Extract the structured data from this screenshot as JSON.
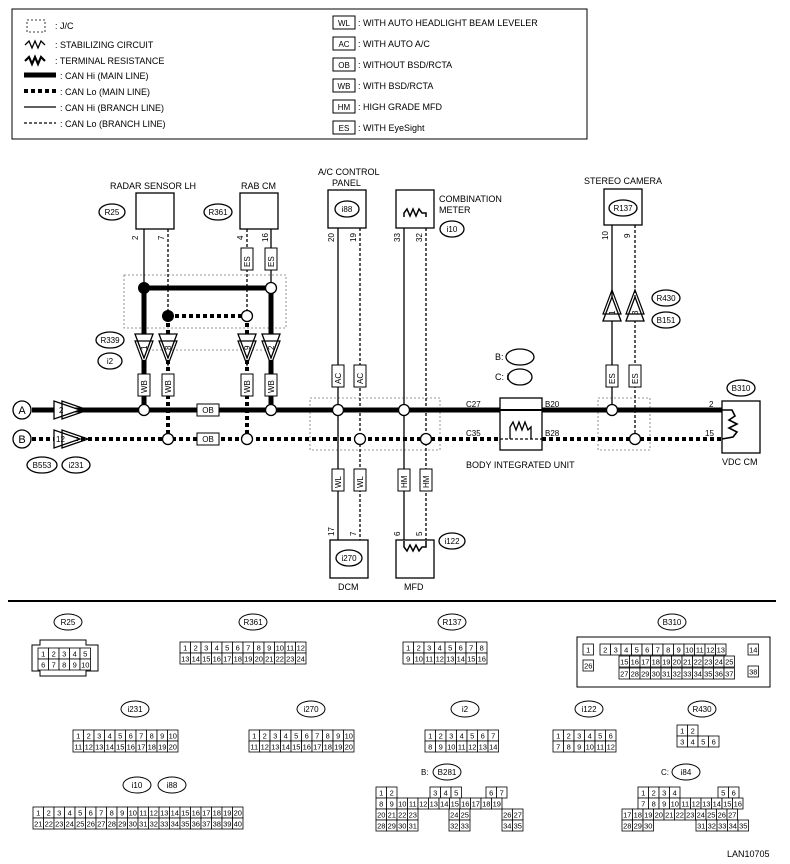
{
  "legend": {
    "left": [
      {
        "sym": "jc",
        "text": ": J/C"
      },
      {
        "sym": "stab",
        "text": ": STABILIZING CIRCUIT"
      },
      {
        "sym": "term",
        "text": ": TERMINAL RESISTANCE"
      },
      {
        "sym": "hi-main",
        "text": ": CAN Hi (MAIN LINE)"
      },
      {
        "sym": "lo-main",
        "text": ": CAN Lo (MAIN LINE)"
      },
      {
        "sym": "hi-branch",
        "text": ": CAN Hi (BRANCH LINE)"
      },
      {
        "sym": "lo-branch",
        "text": ": CAN Lo (BRANCH LINE)"
      }
    ],
    "right": [
      {
        "code": "WL",
        "text": ": WITH AUTO HEADLIGHT BEAM LEVELER"
      },
      {
        "code": "AC",
        "text": ": WITH AUTO A/C"
      },
      {
        "code": "OB",
        "text": ": WITHOUT BSD/RCTA"
      },
      {
        "code": "WB",
        "text": ": WITH BSD/RCTA"
      },
      {
        "code": "HM",
        "text": ": HIGH GRADE MFD"
      },
      {
        "code": "ES",
        "text": ": WITH EyeSight"
      }
    ]
  },
  "components": {
    "radar": {
      "name": "RADAR SENSOR LH",
      "conn": "R25",
      "pin_hi": "2",
      "pin_lo": "7"
    },
    "rab": {
      "name": "RAB CM",
      "conn": "R361",
      "pin_lo": "4",
      "pin_hi": "16"
    },
    "ac": {
      "name1": "A/C CONTROL",
      "name2": "PANEL",
      "conn": "i88",
      "pin_hi": "20",
      "pin_lo": "19"
    },
    "meter": {
      "name1": "COMBINATION",
      "name2": "METER",
      "conn": "i10",
      "pin_hi": "33",
      "pin_lo": "32"
    },
    "stereo": {
      "name": "STEREO CAMERA",
      "conn": "R137",
      "pin_hi": "10",
      "pin_lo": "9"
    },
    "dcm": {
      "name": "DCM",
      "conn": "i270",
      "pin_hi": "17",
      "pin_lo": "7"
    },
    "mfd": {
      "name": "MFD",
      "conn": "i122",
      "pin_hi": "6",
      "pin_lo": "5"
    },
    "vdc": {
      "name": "VDC CM",
      "conn": "B310",
      "pin_hi": "2",
      "pin_lo": "15"
    },
    "biu": {
      "name": "BODY INTEGRATED UNIT",
      "conn_b": "B: B281",
      "conn_c": "C: i84",
      "t_c27": "C27",
      "t_b20": "B20",
      "t_c35": "C35",
      "t_b28": "B28"
    }
  },
  "joints": {
    "left": {
      "conn1": "R339",
      "conn2": "i2",
      "pins": [
        "1",
        "8",
        "9",
        "2"
      ]
    },
    "right": {
      "conn1": "R430",
      "conn2": "B151",
      "pins": [
        "1",
        "3"
      ]
    },
    "main": {
      "conn1": "B553",
      "conn2": "i231",
      "pin_a": "2",
      "pin_b": "12"
    }
  },
  "lines": {
    "a": "A",
    "b": "B"
  },
  "tags": {
    "wb": "WB",
    "es": "ES",
    "ob": "OB",
    "ac": "AC",
    "wl": "WL",
    "hm": "HM"
  },
  "connector_diagrams": [
    {
      "id": "R25",
      "rows": [
        [
          "1",
          "2",
          "3",
          "4",
          "5"
        ],
        [
          "6",
          "7",
          "8",
          "9",
          "10"
        ]
      ]
    },
    {
      "id": "R361",
      "rows": [
        [
          "1",
          "2",
          "3",
          "4",
          "5",
          "6",
          "7",
          "8",
          "9",
          "10",
          "11",
          "12"
        ],
        [
          "13",
          "14",
          "15",
          "16",
          "17",
          "18",
          "19",
          "20",
          "21",
          "22",
          "23",
          "24"
        ]
      ]
    },
    {
      "id": "R137",
      "rows": [
        [
          "1",
          "2",
          "3",
          "4",
          "5",
          "6",
          "7",
          "8"
        ],
        [
          "9",
          "10",
          "11",
          "12",
          "13",
          "14",
          "15",
          "16"
        ]
      ]
    },
    {
      "id": "B310",
      "rows": [
        [
          "1",
          "2",
          "3",
          "4",
          "5",
          "6",
          "7",
          "8",
          "9",
          "10",
          "11",
          "12",
          "13",
          "14"
        ],
        [
          "15",
          "16",
          "17",
          "18",
          "19",
          "20",
          "21",
          "22",
          "23",
          "24",
          "25",
          "26"
        ],
        [
          "27",
          "28",
          "29",
          "30",
          "31",
          "32",
          "33",
          "34",
          "35",
          "36",
          "37",
          "38"
        ]
      ]
    },
    {
      "id": "i231",
      "rows": [
        [
          "1",
          "2",
          "3",
          "4",
          "5",
          "6",
          "7",
          "8",
          "9",
          "10"
        ],
        [
          "11",
          "12",
          "13",
          "14",
          "15",
          "16",
          "17",
          "18",
          "19",
          "20"
        ]
      ]
    },
    {
      "id": "i270",
      "rows": [
        [
          "1",
          "2",
          "3",
          "4",
          "5",
          "6",
          "7",
          "8",
          "9",
          "10"
        ],
        [
          "11",
          "12",
          "13",
          "14",
          "15",
          "16",
          "17",
          "18",
          "19",
          "20"
        ]
      ]
    },
    {
      "id": "i2",
      "rows": [
        [
          "1",
          "2",
          "3",
          "4",
          "5",
          "6",
          "7"
        ],
        [
          "8",
          "9",
          "10",
          "11",
          "12",
          "13",
          "14"
        ]
      ]
    },
    {
      "id": "i122",
      "rows": [
        [
          "1",
          "2",
          "3",
          "4",
          "5",
          "6"
        ],
        [
          "7",
          "8",
          "9",
          "10",
          "11",
          "12"
        ]
      ]
    },
    {
      "id": "R430",
      "rows": [
        [
          "1",
          "2"
        ],
        [
          "3",
          "4",
          "5",
          "6"
        ]
      ]
    },
    {
      "id": "i10 / i88",
      "rows": [
        [
          "1",
          "2",
          "3",
          "4",
          "5",
          "6",
          "7",
          "8",
          "9",
          "10",
          "11",
          "12",
          "13",
          "14",
          "15",
          "16",
          "17",
          "18",
          "19",
          "20"
        ],
        [
          "21",
          "22",
          "23",
          "24",
          "25",
          "26",
          "27",
          "28",
          "29",
          "30",
          "31",
          "32",
          "33",
          "34",
          "35",
          "36",
          "37",
          "38",
          "39",
          "40"
        ]
      ]
    },
    {
      "id": "B281",
      "rows": [
        [
          "1",
          "2",
          "3",
          "4",
          "5",
          "6",
          "7"
        ],
        [
          "8",
          "9",
          "10",
          "11",
          "12",
          "13",
          "14",
          "15",
          "16",
          "17",
          "18",
          "19"
        ],
        [
          "20",
          "21",
          "22",
          "23",
          "24",
          "25",
          "26",
          "27"
        ],
        [
          "28",
          "29",
          "30",
          "31",
          "32",
          "33",
          "34",
          "35"
        ]
      ]
    },
    {
      "id": "i84",
      "rows": [
        [
          "1",
          "2",
          "3",
          "4",
          "5",
          "6"
        ],
        [
          "7",
          "8",
          "9",
          "10",
          "11",
          "12",
          "13",
          "14",
          "15",
          "16"
        ],
        [
          "17",
          "18",
          "19",
          "20",
          "21",
          "22",
          "23",
          "24",
          "25",
          "26",
          "27"
        ],
        [
          "28",
          "29",
          "30",
          "31",
          "32",
          "33",
          "34",
          "35"
        ]
      ]
    }
  ],
  "conn_labels": {
    "R25": "R25",
    "R361": "R361",
    "R137": "R137",
    "B310": "B310",
    "i231": "i231",
    "i270": "i270",
    "i2": "i2",
    "i122": "i122",
    "R430": "R430",
    "i10": "i10",
    "i88": "i88",
    "B281": "B281",
    "B281_pre": "B:",
    "i84": "i84",
    "i84_pre": "C:"
  },
  "diagram_id": "LAN10705"
}
